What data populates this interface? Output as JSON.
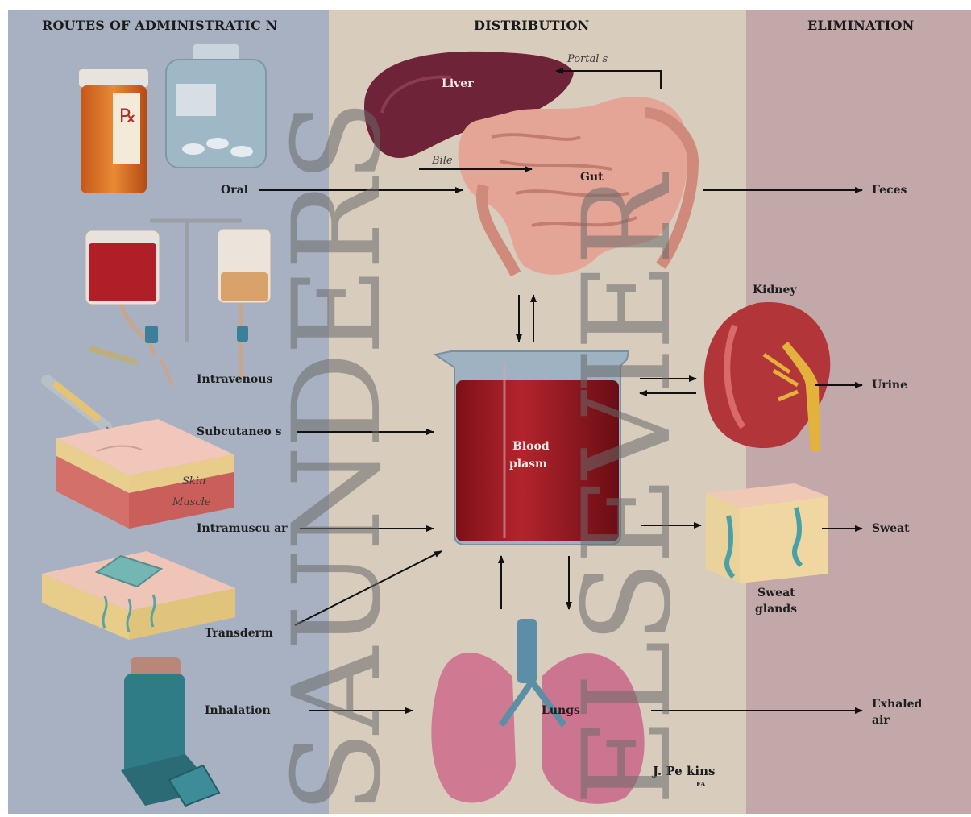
{
  "headers": {
    "routes": "ROUTES OF ADMINISTRATIC N",
    "distribution": "DISTRIBUTION",
    "elimination": "ELIMINATION"
  },
  "routes": {
    "oral": "Oral",
    "intravenous": "Intravenous",
    "subcutaneous": "Subcutaneo s",
    "intramuscular": "Intramuscu ar",
    "transdermal": "Transderm",
    "inhalation": "Inhalation"
  },
  "organs": {
    "liver": "Liver",
    "portal": "Portal s",
    "bile": "Bile",
    "gut": "Gut",
    "blood_line1": "Blood",
    "blood_line2": "plasm",
    "kidney": "Kidney",
    "lungs": "Lungs",
    "skin": "Skin",
    "muscle": "Muscle",
    "sweat_glands_line1": "Sweat",
    "sweat_glands_line2": "glands",
    "rx_symbol": "℞"
  },
  "outputs": {
    "feces": "Feces",
    "urine": "Urine",
    "sweat": "Sweat",
    "exhaled_line1": "Exhaled",
    "exhaled_line2": "air"
  },
  "credit": {
    "artist": "J. Pe kins",
    "suffix": "FA"
  },
  "watermark": {
    "publisher1": "SAUNDERS",
    "publisher2": "ELSEVIER"
  },
  "colors": {
    "routes_bg": "#a8b1c1",
    "distribution_bg": "#d8ccbd",
    "elimination_bg": "#c3a8aa",
    "blood": "#9e1b24",
    "liver": "#6e2338",
    "gut": "#e4a597",
    "kidney": "#b2353a",
    "lungs": "#cf7a92",
    "arrow": "#111111"
  }
}
